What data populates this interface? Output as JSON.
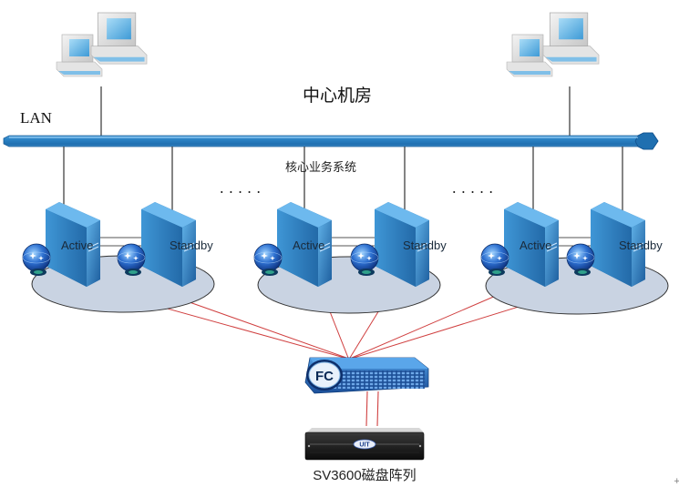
{
  "title": "中心机房",
  "network": {
    "label": "LAN"
  },
  "system_label": "核心业务系统",
  "ellipsis": ".....",
  "clusters": [
    {
      "active": "Active",
      "standby": "Standby"
    },
    {
      "active": "Active",
      "standby": "Standby"
    },
    {
      "active": "Active",
      "standby": "Standby"
    }
  ],
  "switch": {
    "label": "FC"
  },
  "storage": {
    "label": "SV3600磁盘阵列",
    "brand": "UIT"
  },
  "colors": {
    "lan_bus": "#2e86c8",
    "fc_link": "#d04040",
    "server": "#2f7fc0",
    "cluster_base": "#c9d3e2"
  }
}
